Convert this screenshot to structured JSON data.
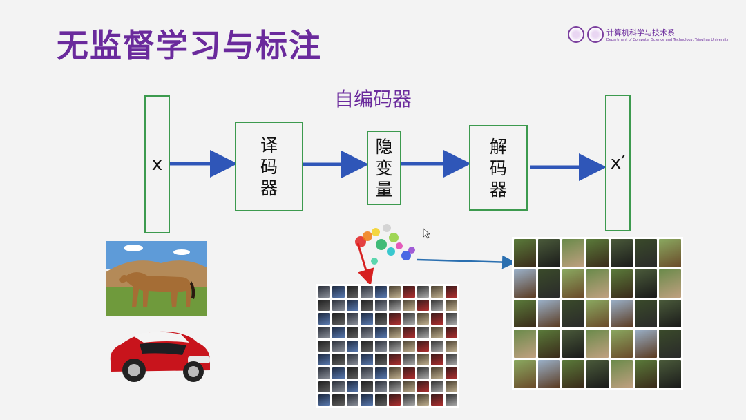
{
  "slide": {
    "title": "无监督学习与标注",
    "subtitle": "自编码器",
    "logo": {
      "name_cn": "计算机科学与技术系",
      "name_en": "Department of Computer Science and Technology, Tsinghua University",
      "seal_lettering": "清華大學"
    }
  },
  "diagram": {
    "input_label": "x",
    "encoder_label": "译码器",
    "latent_label": "隐变量",
    "decoder_label": "解码器",
    "output_label": "x′"
  },
  "colors": {
    "title": "#6a2a9c",
    "box_border": "#3c9a4e",
    "arrow": "#2f56b8",
    "pointer_red": "#d62020",
    "pointer_blue": "#2a6fb0"
  },
  "images": {
    "horse": "horse-photo",
    "car": "red-mini-car-photo",
    "cluster_plot": "latent-cluster-scatter",
    "car_grid": "car-image-grid",
    "horse_grid": "horse-image-grid"
  }
}
